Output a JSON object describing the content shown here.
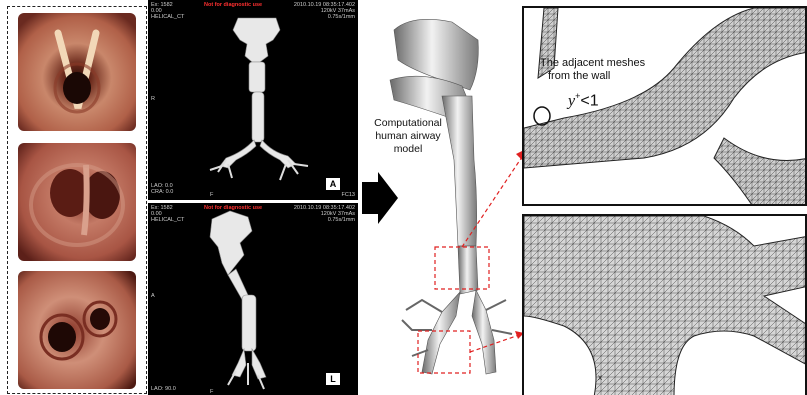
{
  "endoscopy": {
    "images": [
      "endoscopy-1",
      "endoscopy-2",
      "endoscopy-3"
    ]
  },
  "ct_scans": [
    {
      "header_left_1": "Ex: 1582",
      "header_red": "Not for diagnostic use",
      "header_right_1": "2010.10.19 08:35:17.402",
      "header_left_2": "0.00",
      "header_right_2": "120kV 37mAs",
      "header_left_3": "HELICAL_CT",
      "header_right_3": "0.75s/1mm",
      "side_label": "R",
      "footer_1": "LAO: 0.0",
      "footer_2": "CRA: 0.0",
      "footer_mid": "F",
      "footer_right": "FC13",
      "orientation_badge": "A"
    },
    {
      "header_left_1": "Ex: 1582",
      "header_red": "Not for diagnostic use",
      "header_right_1": "2010.10.19 08:35:17.402",
      "header_left_2": "0.00",
      "header_right_2": "120kV 37mAs",
      "header_left_3": "HELICAL_CT",
      "header_right_3": "0.75s/1mm",
      "side_label": "A",
      "footer_1": "LAO: 90.0",
      "footer_2": "",
      "footer_mid": "F",
      "footer_right": "",
      "orientation_badge": "L"
    }
  ],
  "model_label": "Computational human airway model",
  "mesh": {
    "annotation_line1": "The adjacent meshes",
    "annotation_line2": "from the wall",
    "yplus_symbol": "y",
    "yplus_sup": "+",
    "yplus_rest": "<1",
    "axis_marker": "x"
  },
  "colors": {
    "connector_red": "#e02020",
    "ct_background": "#000000",
    "mesh_line": "#2a2a2a"
  }
}
